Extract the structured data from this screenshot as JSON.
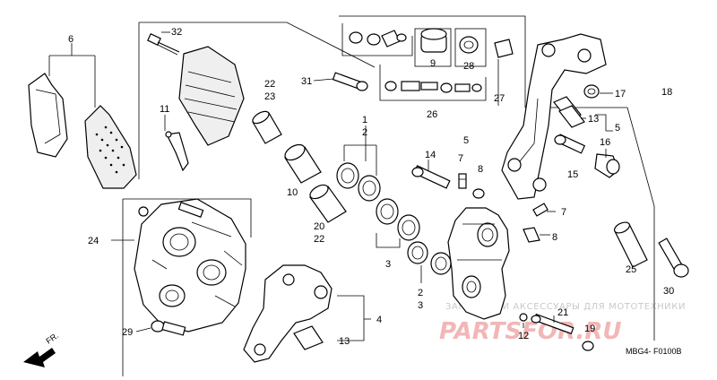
{
  "labels": {
    "l6": "6",
    "l32": "32",
    "l22a": "22",
    "l23": "23",
    "l11": "11",
    "l31": "31",
    "l9": "9",
    "l28": "28",
    "l27": "27",
    "l26": "26",
    "l5a": "5",
    "l18": "18",
    "l17": "17",
    "l13a": "13",
    "l5b": "5",
    "l16": "16",
    "l15": "15",
    "l1": "1",
    "l2a": "2",
    "l14": "14",
    "l7a": "7",
    "l8a": "8",
    "l10": "10",
    "l20": "20",
    "l22b": "22",
    "l3a": "3",
    "l7b": "7",
    "l8b": "8",
    "l24": "24",
    "l25": "25",
    "l30": "30",
    "l2b": "2",
    "l3b": "3",
    "l4": "4",
    "l13b": "13",
    "l21": "21",
    "l12": "12",
    "l19": "19",
    "l29": "29"
  },
  "direction": "FR.",
  "code": "MBG4- F0100B",
  "watermark_small": "ЗАПЧАСТИ И АКСЕССУАРЫ ДЛЯ МОТОТЕХНИКИ",
  "watermark_big": "PARTSFOR.RU"
}
